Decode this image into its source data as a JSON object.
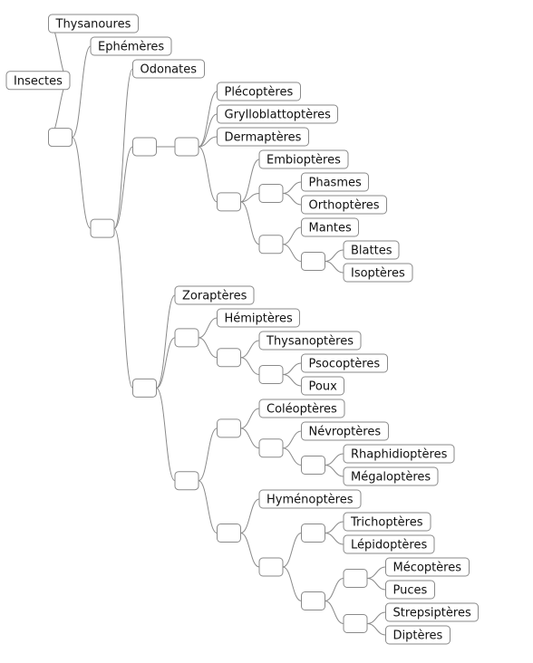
{
  "tree": {
    "label": "Insectes",
    "children": [
      {
        "label": "Thysanoures"
      },
      {
        "label": "",
        "children": [
          {
            "label": "Ephémères"
          },
          {
            "label": "",
            "children": [
              {
                "label": "Odonates"
              },
              {
                "label": "",
                "children": [
                  {
                    "label": "",
                    "children": [
                      {
                        "label": "Plécoptères"
                      },
                      {
                        "label": "Grylloblattoptères"
                      },
                      {
                        "label": "Dermaptères"
                      },
                      {
                        "label": "",
                        "children": [
                          {
                            "label": "Embioptères"
                          },
                          {
                            "label": "",
                            "children": [
                              {
                                "label": "Phasmes"
                              },
                              {
                                "label": "Orthoptères"
                              }
                            ]
                          },
                          {
                            "label": "",
                            "children": [
                              {
                                "label": "Mantes"
                              },
                              {
                                "label": "",
                                "children": [
                                  {
                                    "label": "Blattes"
                                  },
                                  {
                                    "label": "Isoptères"
                                  }
                                ]
                              }
                            ]
                          }
                        ]
                      }
                    ]
                  }
                ]
              },
              {
                "label": "",
                "children": [
                  {
                    "label": "Zoraptères"
                  },
                  {
                    "label": "",
                    "children": [
                      {
                        "label": "Hémiptères"
                      },
                      {
                        "label": "",
                        "children": [
                          {
                            "label": "Thysanoptères"
                          },
                          {
                            "label": "",
                            "children": [
                              {
                                "label": "Psocoptères"
                              },
                              {
                                "label": "Poux"
                              }
                            ]
                          }
                        ]
                      }
                    ]
                  },
                  {
                    "label": "",
                    "children": [
                      {
                        "label": "",
                        "children": [
                          {
                            "label": "Coléoptères"
                          },
                          {
                            "label": "",
                            "children": [
                              {
                                "label": "Névroptères"
                              },
                              {
                                "label": "",
                                "children": [
                                  {
                                    "label": "Rhaphidioptères"
                                  },
                                  {
                                    "label": "Mégaloptères"
                                  }
                                ]
                              }
                            ]
                          }
                        ]
                      },
                      {
                        "label": "",
                        "children": [
                          {
                            "label": "Hyménoptères"
                          },
                          {
                            "label": "",
                            "children": [
                              {
                                "label": "",
                                "children": [
                                  {
                                    "label": "Trichoptères"
                                  },
                                  {
                                    "label": "Lépidoptères"
                                  }
                                ]
                              },
                              {
                                "label": "",
                                "children": [
                                  {
                                    "label": "",
                                    "children": [
                                      {
                                        "label": "Mécoptères"
                                      },
                                      {
                                        "label": "Puces"
                                      }
                                    ]
                                  },
                                  {
                                    "label": "",
                                    "children": [
                                      {
                                        "label": "Strepsiptères"
                                      },
                                      {
                                        "label": "Diptères"
                                      }
                                    ]
                                  }
                                ]
                              }
                            ]
                          }
                        ]
                      }
                    ]
                  }
                ]
              }
            ]
          }
        ]
      }
    ]
  }
}
